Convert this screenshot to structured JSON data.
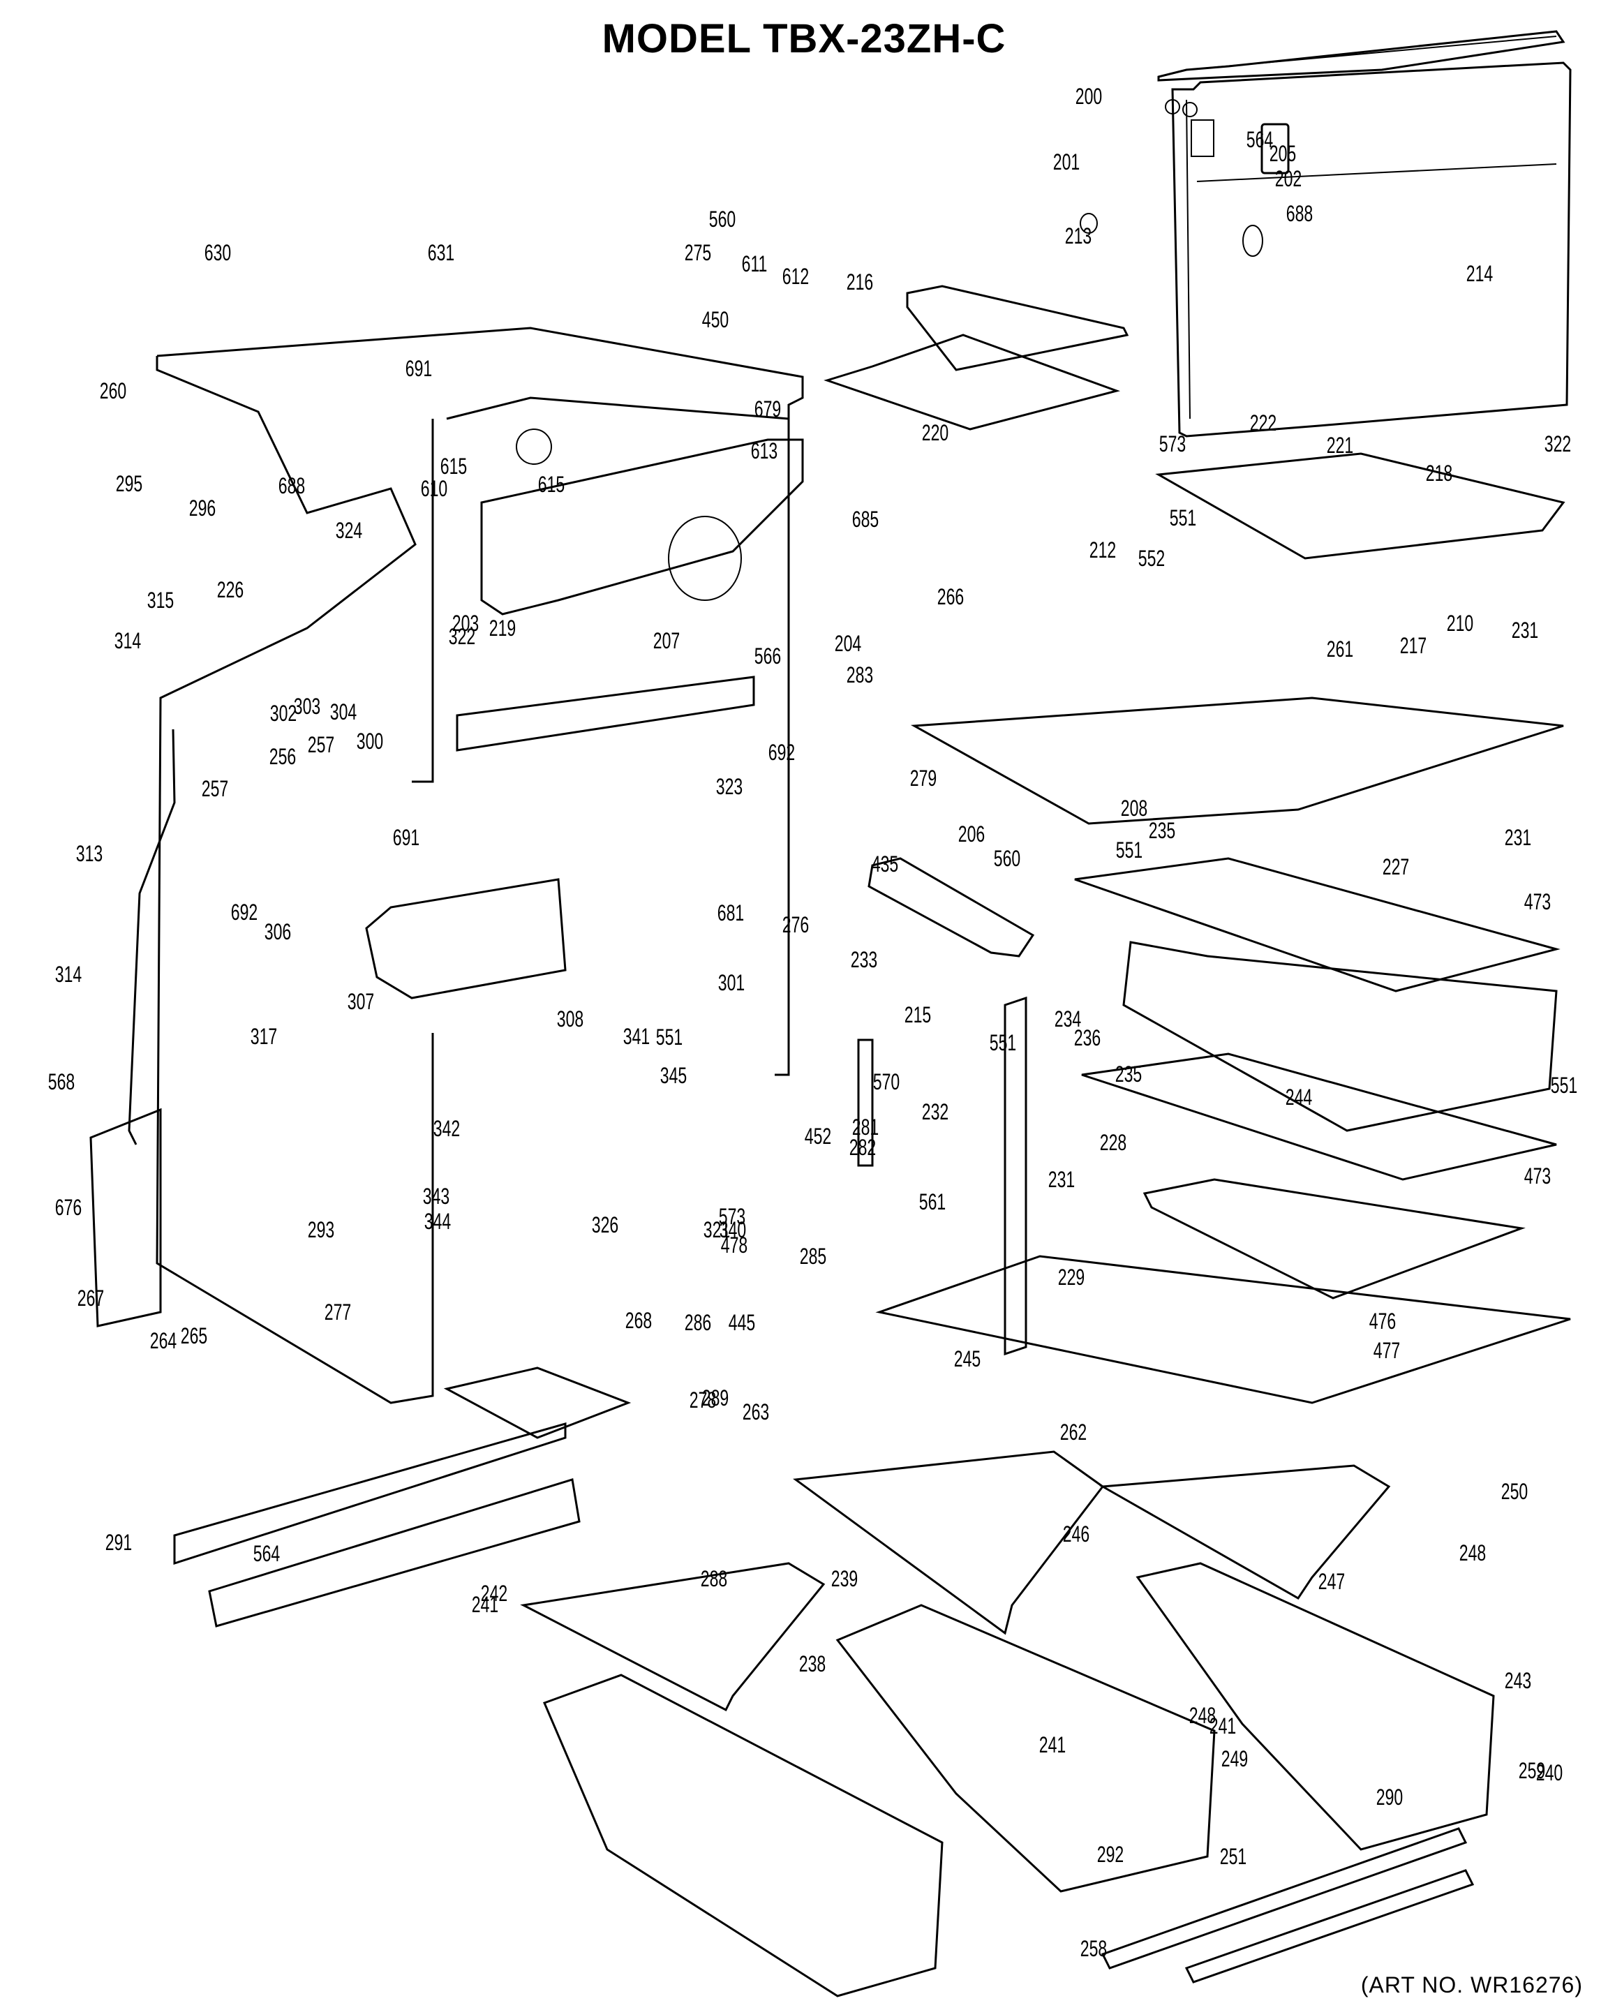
{
  "title": "MODEL TBX-23ZH-C",
  "art_number": "(ART NO. WR16276)",
  "callouts": [
    "200",
    "201",
    "564",
    "205",
    "202",
    "688",
    "214",
    "213",
    "216",
    "630",
    "322",
    "560",
    "275",
    "450",
    "631",
    "611",
    "612",
    "679",
    "613",
    "691",
    "615",
    "610",
    "615",
    "260",
    "295",
    "296",
    "688",
    "324",
    "226",
    "315",
    "314",
    "322",
    "220",
    "573",
    "222",
    "221",
    "551",
    "218",
    "685",
    "207",
    "212",
    "552",
    "266",
    "217",
    "210",
    "231",
    "261",
    "566",
    "219",
    "203",
    "204",
    "283",
    "304",
    "303",
    "302",
    "692",
    "691",
    "323",
    "279",
    "206",
    "208",
    "231",
    "300",
    "257",
    "256",
    "257",
    "692",
    "435",
    "276",
    "560",
    "235",
    "551",
    "227",
    "473",
    "681",
    "306",
    "215",
    "301",
    "234",
    "233",
    "307",
    "308",
    "317",
    "570",
    "551",
    "232",
    "236",
    "341",
    "551",
    "314",
    "568",
    "313",
    "345",
    "235",
    "244",
    "551",
    "228",
    "342",
    "452",
    "281",
    "282",
    "473",
    "231",
    "343",
    "293",
    "561",
    "344",
    "326",
    "321",
    "340",
    "573",
    "478",
    "285",
    "676",
    "267",
    "268",
    "286",
    "445",
    "476",
    "477",
    "229",
    "264",
    "265",
    "277",
    "245",
    "250",
    "289",
    "263",
    "262",
    "278",
    "246",
    "248",
    "291",
    "564",
    "242",
    "247",
    "288",
    "239",
    "241",
    "248",
    "238",
    "241",
    "243",
    "249",
    "290",
    "240",
    "241",
    "259",
    "292",
    "251",
    "258"
  ]
}
